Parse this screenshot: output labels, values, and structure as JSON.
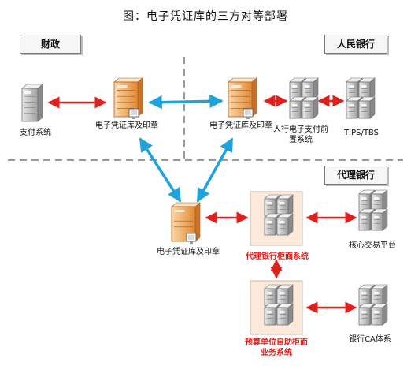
{
  "title": "图：电子凭证库的三方对等部署",
  "sections": {
    "finance": "财政",
    "pboc": "人民银行",
    "agent_bank": "代理银行"
  },
  "nodes": {
    "payment_system": "支付系统",
    "voucher_lib_finance": "电子凭证库及印章",
    "voucher_lib_pboc": "电子凭证库及印章",
    "pboc_frontend": "人行电子支付前置系统",
    "tips": "TIPS/TBS",
    "voucher_lib_bank": "电子凭证库及印章",
    "counter_system": "代理银行柜面系统",
    "core_platform": "核心交易平台",
    "budget_self_service": "预算单位自助柜面业务系统",
    "ca_system": "银行CA体系"
  },
  "colors": {
    "red_arrow": "#e0201d",
    "blue_arrow": "#1ea3dc",
    "orange_server": "#f0a45c",
    "grey_server": "#cfcfcf",
    "highlight_box": "#fde9d9"
  }
}
